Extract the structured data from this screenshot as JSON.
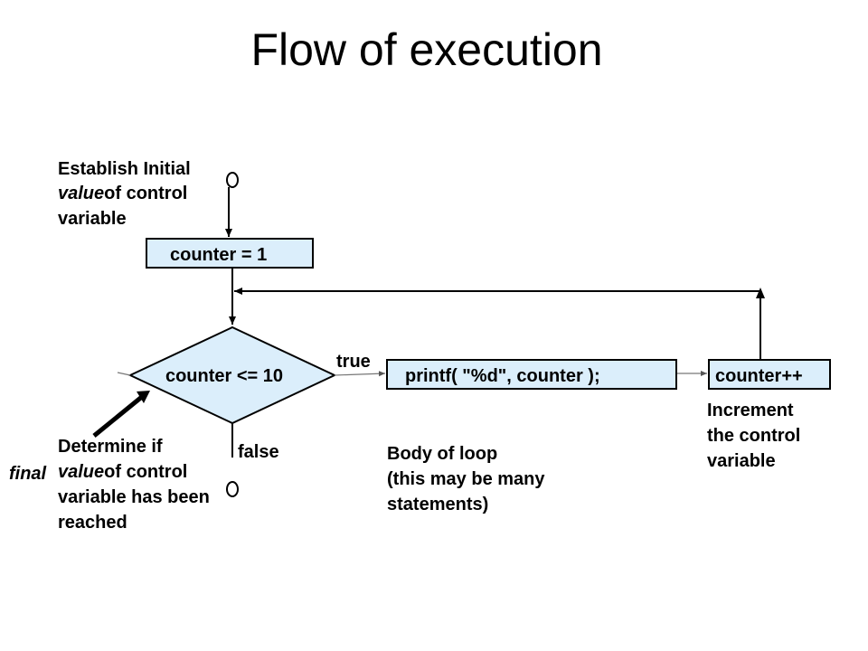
{
  "title": "Flow of execution",
  "nodes": {
    "init_box": "counter = 1",
    "condition": "counter <= 10",
    "body_box": "printf( \"%d\", counter );",
    "increment_box": "counter++"
  },
  "edges": {
    "true_label": "true",
    "false_label": "false"
  },
  "annotations": {
    "establish": {
      "line1": "Establish   Initial",
      "line2_em": "value",
      "line2_rest": "of control",
      "line3": "variable"
    },
    "determine": {
      "side_em": "final",
      "line1": "Determine if",
      "line2_em": "value",
      "line2_rest": "of control",
      "line3": "variable has been",
      "line4": "reached"
    },
    "body": {
      "line1": "Body of loop",
      "line2": "(this may be many",
      "line3": "statements)"
    },
    "increment": {
      "line1": "Increment",
      "line2": "the control",
      "line3": "variable"
    }
  }
}
